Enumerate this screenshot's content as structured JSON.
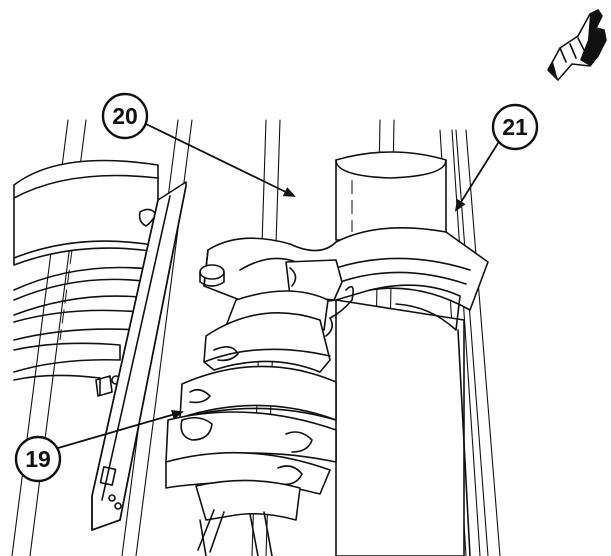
{
  "callouts": {
    "c19": "19",
    "c20": "20",
    "c21": "21"
  },
  "icons": {
    "hand": "pointing-hand-icon"
  }
}
